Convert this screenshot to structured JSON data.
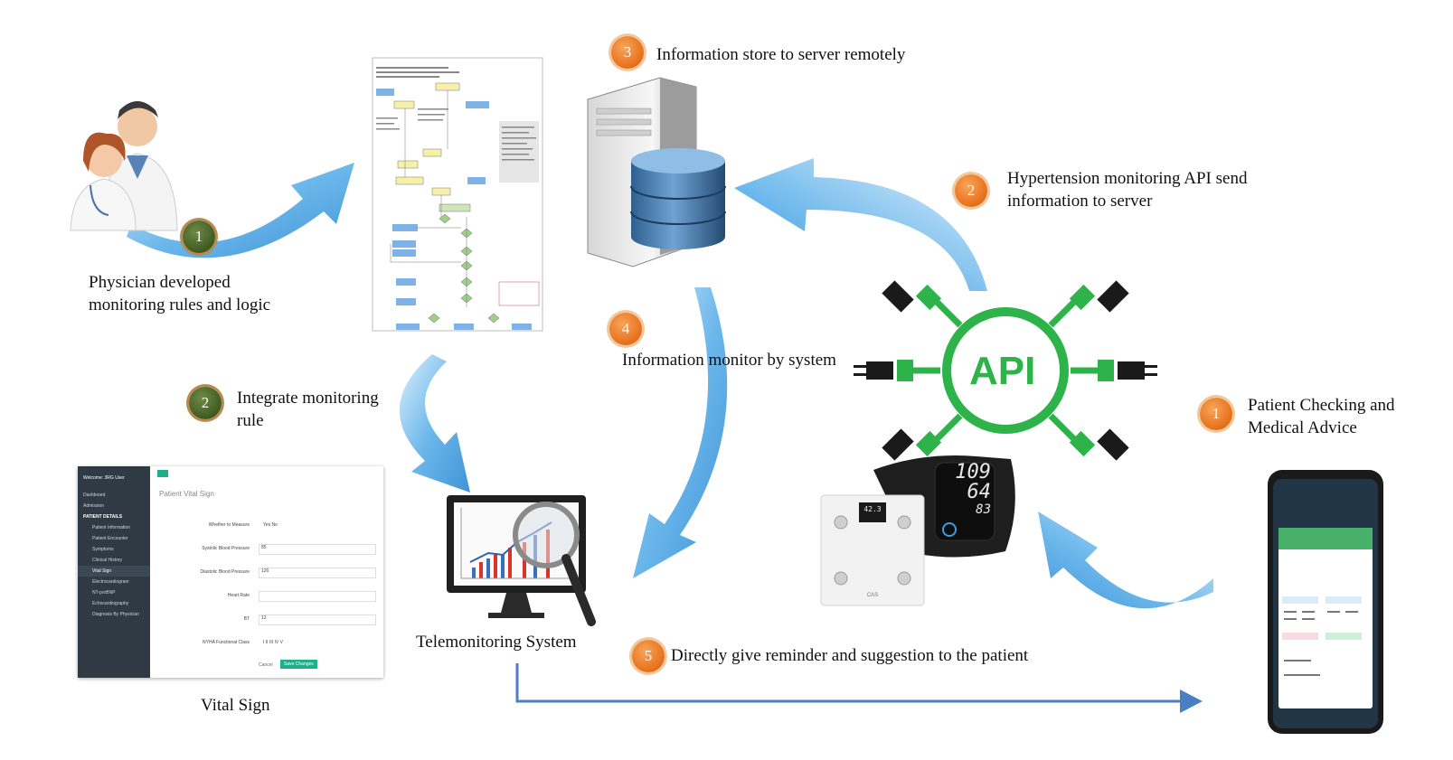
{
  "labels": {
    "physician": [
      "Physician developed",
      "monitoring rules and logic"
    ],
    "integrate": [
      "Integrate monitoring",
      "rule"
    ],
    "vital_sign": "Vital Sign",
    "telemonitoring": "Telemonitoring System",
    "store": "Information store to server remotely",
    "monitor": "Information  monitor by system",
    "api_send": [
      "Hypertension monitoring API send",
      "information to server"
    ],
    "patient": [
      "Patient Checking and",
      "Medical Advice"
    ],
    "reminder": "Directly give reminder and suggestion to the  patient",
    "api": "API"
  },
  "badges": {
    "physician": "1",
    "integrate": "2",
    "store": "3",
    "monitor": "4",
    "reminder": "5",
    "api_send": "2",
    "patient": "1"
  },
  "colors": {
    "orange_badge": "#e8731e",
    "green_badge": "#3e5a22",
    "flow_arrow": "#5aa9e6",
    "reminder_arrow": "#4a7fc1",
    "api_green": "#2db34a",
    "plug_dark": "#1a1a1a"
  },
  "vital_app": {
    "welcome": "Welcome: 3RG User",
    "page_title": "Patient Vital Sign",
    "side_items": [
      "Dashboard",
      "Admission",
      "PATIENT DETAILS",
      "Patient Information",
      "Patient Encounter",
      "Symptoms",
      "Clinical History",
      "Vital Sign",
      "Electrocardiogram",
      "NT-proBNP",
      "Echocardiography",
      "Diagnosis By Physician"
    ],
    "rows": [
      {
        "k": "Whether to Measure",
        "v": "Yes   No"
      },
      {
        "k": "Systolic Blood Pressure",
        "v": "85"
      },
      {
        "k": "Diastolic Blood Pressure",
        "v": "126"
      },
      {
        "k": "Heart Rate",
        "v": ""
      },
      {
        "k": "BT",
        "v": "12"
      },
      {
        "k": "NYHA Functional Class",
        "v": "I  II  III  IV  V"
      }
    ],
    "cancel": "Cancel",
    "save": "Save Changes"
  },
  "bp_monitor": [
    "109",
    "64",
    "83"
  ],
  "scale_display": "42.3",
  "scale_brand": "CAS"
}
